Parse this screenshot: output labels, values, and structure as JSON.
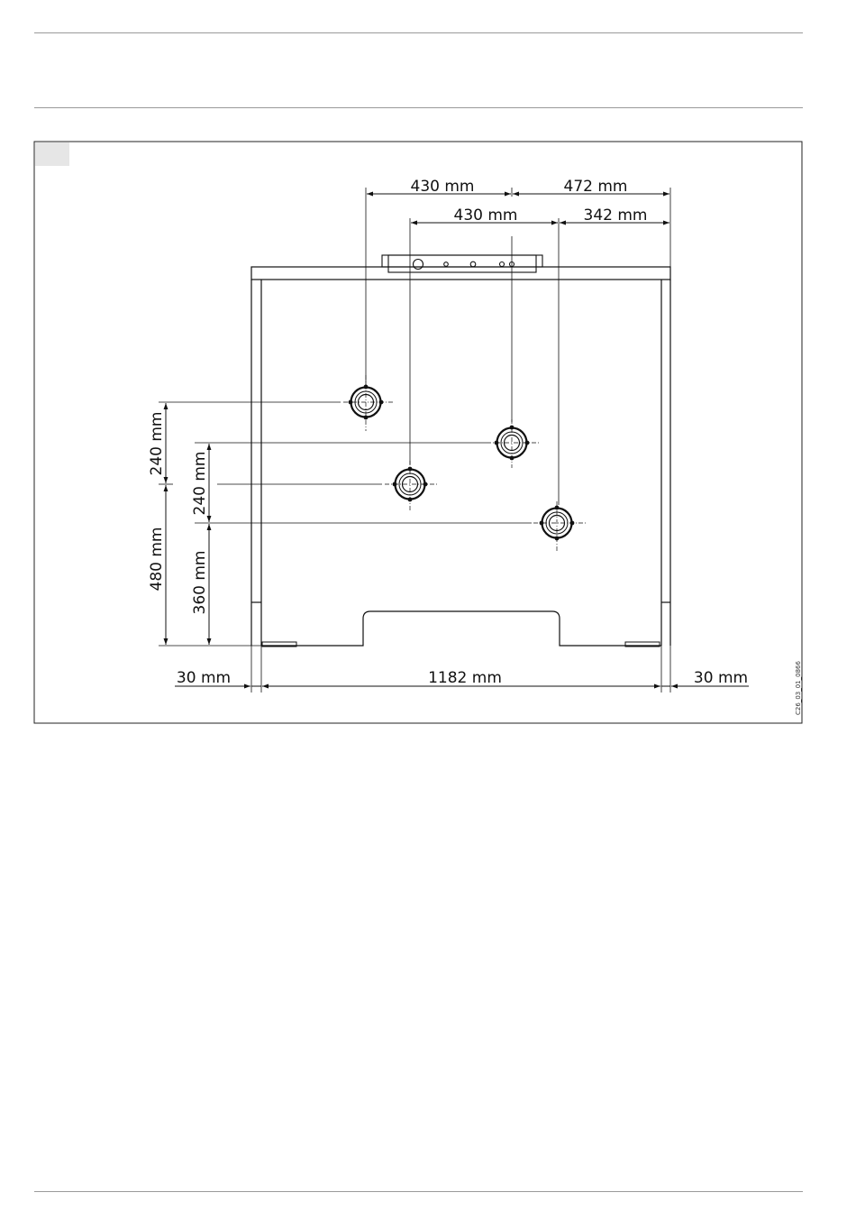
{
  "figure": {
    "dimensions": {
      "top_left_430": "430 mm",
      "top_right_472": "472 mm",
      "second_left_430": "430 mm",
      "second_right_342": "342 mm",
      "left_upper_240": "240 mm",
      "left_lower_480": "480 mm",
      "inner_upper_240": "240 mm",
      "inner_lower_360": "360 mm",
      "bottom_left_30": "30 mm",
      "bottom_width_1182": "1182 mm",
      "bottom_right_30": "30 mm"
    },
    "drawing_code": "C26_03_01_0866"
  },
  "colors": {
    "line": "#111111",
    "frame": "#222222",
    "header_rule": "#9a9a9a",
    "corner_tab": "#e6e6e6"
  }
}
